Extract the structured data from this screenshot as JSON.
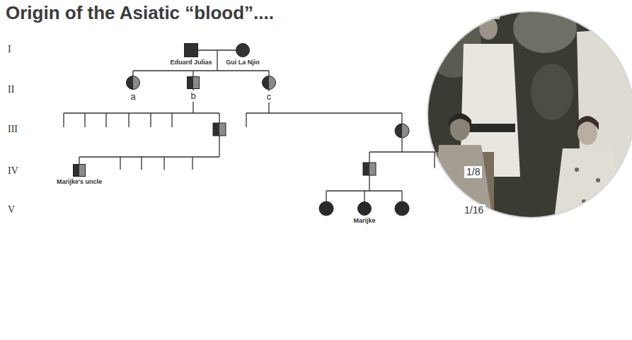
{
  "diagram": {
    "title": "Origin of the Asiatic “blood”....",
    "nodes": [
      {
        "text": [
          "Eduard Julias"
        ]
      },
      {
        "text": [
          "Gui La Njio"
        ]
      },
      {
        "text": [
          "a"
        ]
      },
      {
        "text": [
          "b"
        ]
      },
      {
        "text": [
          "c"
        ]
      },
      {
        "text": [
          "Marijke's uncle"
        ]
      },
      {
        "text": [
          "Marijke"
        ]
      }
    ],
    "edges": [
      {
        "from": 0,
        "to": 1,
        "arrow": "none"
      }
    ],
    "labels": [
      "I",
      "II",
      "III",
      "IV",
      "V",
      "1/8",
      "1/16"
    ]
  }
}
